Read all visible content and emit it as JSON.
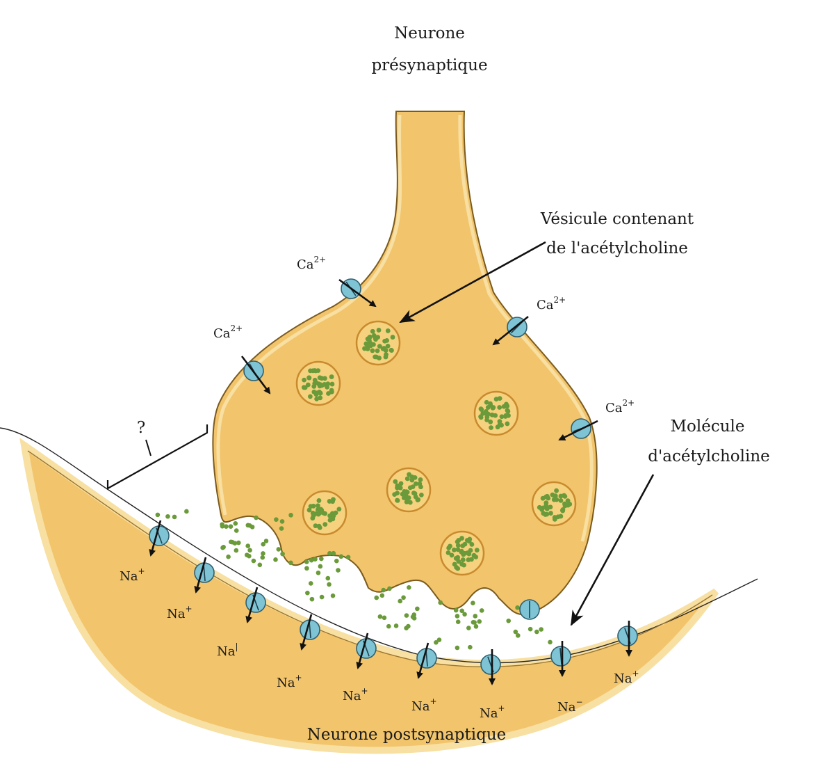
{
  "labels": {
    "presynaptic_line1": "Neurone",
    "presynaptic_line2": "présynaptique",
    "vesicle_line1": "Vésicule contenant",
    "vesicle_line2": "de l'acétylcholine",
    "molecule_line1": "Molécule",
    "molecule_line2": "d'acétylcholine",
    "postsynaptic": "Neurone postsynaptique",
    "question": "?"
  },
  "ions": {
    "calcium": [
      {
        "base": "Ca",
        "sup": "2+"
      },
      {
        "base": "Ca",
        "sup": "2+"
      },
      {
        "base": "Ca",
        "sup": "2+"
      },
      {
        "base": "Ca",
        "sup": "2+"
      }
    ],
    "sodium": [
      {
        "base": "Na",
        "sup": "+"
      },
      {
        "base": "Na",
        "sup": "+"
      },
      {
        "base": "Na",
        "sup": "|"
      },
      {
        "base": "Na",
        "sup": "+"
      },
      {
        "base": "Na",
        "sup": "+"
      },
      {
        "base": "Na",
        "sup": "+"
      },
      {
        "base": "Na",
        "sup": "+"
      },
      {
        "base": "Na",
        "sup": "−"
      },
      {
        "base": "Na",
        "sup": "+"
      }
    ]
  },
  "colors": {
    "presynaptic_fill": "#f2c46b",
    "postsynaptic_fill": "#f2c46b",
    "membrane_edge": "#f8dfa2",
    "outline": "#7a5a1e",
    "vesicle_fill": "#f6d27f",
    "vesicle_ring": "#c98a2e",
    "acetylcholine": "#6a9a3a",
    "channel": "#7ec4d4"
  }
}
